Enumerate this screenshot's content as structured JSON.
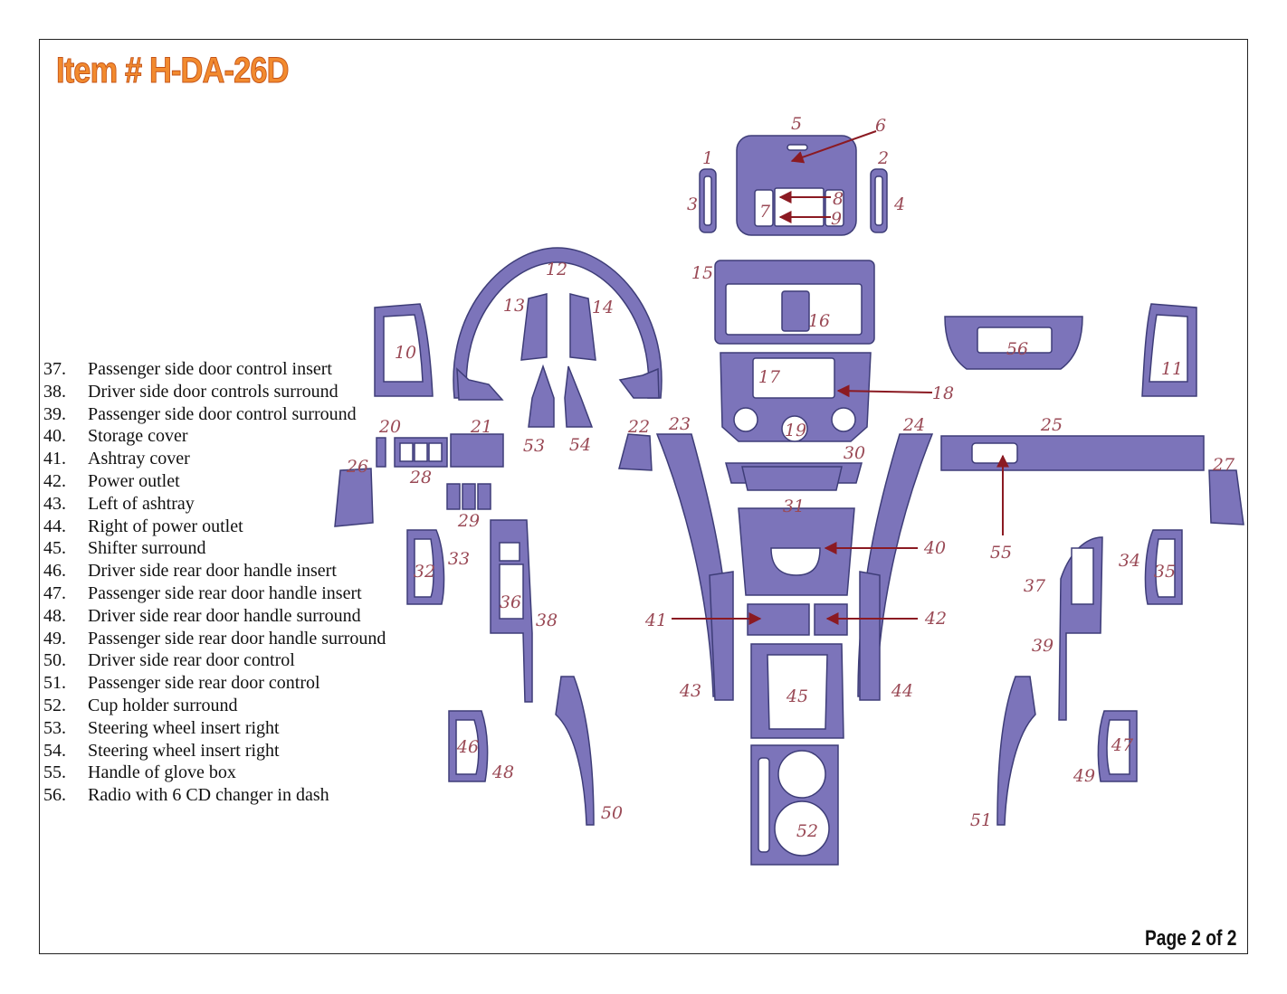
{
  "header": {
    "title": "Item # H-DA-26D"
  },
  "footer": {
    "page": "Page 2 of 2"
  },
  "legend": [
    {
      "num": "37.",
      "text": "Passenger side door control insert"
    },
    {
      "num": "38.",
      "text": "Driver side door controls surround"
    },
    {
      "num": "39.",
      "text": "Passenger side door control surround"
    },
    {
      "num": "40.",
      "text": "Storage cover"
    },
    {
      "num": "41.",
      "text": "Ashtray cover"
    },
    {
      "num": "42.",
      "text": "Power outlet"
    },
    {
      "num": "43.",
      "text": "Left of ashtray"
    },
    {
      "num": "44.",
      "text": "Right of power outlet"
    },
    {
      "num": "45.",
      "text": "Shifter surround"
    },
    {
      "num": "46.",
      "text": "Driver side rear door handle insert"
    },
    {
      "num": "47.",
      "text": "Passenger side rear door handle insert"
    },
    {
      "num": "48.",
      "text": "Driver side rear door handle surround"
    },
    {
      "num": "49.",
      "text": "Passenger side rear door handle surround"
    },
    {
      "num": "50.",
      "text": "Driver side rear door control"
    },
    {
      "num": "51.",
      "text": "Passenger side rear door control"
    },
    {
      "num": "52.",
      "text": "Cup holder surround"
    },
    {
      "num": "53.",
      "text": "Steering wheel insert right"
    },
    {
      "num": "54.",
      "text": "Steering wheel insert right"
    },
    {
      "num": "55.",
      "text": "Handle of glove box"
    },
    {
      "num": "56.",
      "text": "Radio with 6 CD changer in dash"
    }
  ],
  "part_labels": [
    "1",
    "2",
    "3",
    "4",
    "5",
    "6",
    "7",
    "8",
    "9",
    "10",
    "11",
    "12",
    "13",
    "14",
    "15",
    "16",
    "17",
    "18",
    "19",
    "20",
    "21",
    "22",
    "23",
    "24",
    "25",
    "26",
    "27",
    "28",
    "29",
    "30",
    "31",
    "32",
    "33",
    "34",
    "35",
    "36",
    "37",
    "38",
    "39",
    "40",
    "41",
    "42",
    "43",
    "44",
    "45",
    "46",
    "47",
    "48",
    "49",
    "50",
    "51",
    "52",
    "53",
    "54",
    "55",
    "56"
  ],
  "colors": {
    "part_fill": "#7c74ba",
    "part_stroke": "#3e3d78",
    "label": "#9a4a56",
    "arrow": "#8b1a22",
    "title": "#f28a2e"
  }
}
